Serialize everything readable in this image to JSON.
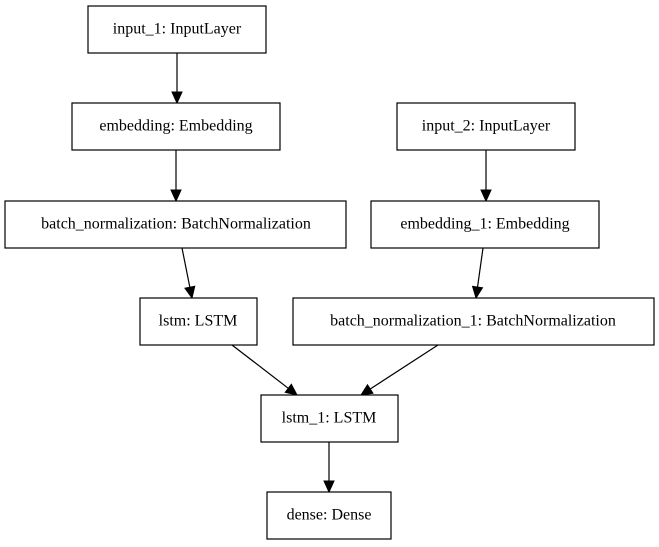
{
  "nodes": [
    {
      "id": "input_1",
      "label": "input_1: InputLayer"
    },
    {
      "id": "embedding",
      "label": "embedding: Embedding"
    },
    {
      "id": "batch_normalization",
      "label": "batch_normalization: BatchNormalization"
    },
    {
      "id": "lstm",
      "label": "lstm: LSTM"
    },
    {
      "id": "input_2",
      "label": "input_2: InputLayer"
    },
    {
      "id": "embedding_1",
      "label": "embedding_1: Embedding"
    },
    {
      "id": "batch_normalization_1",
      "label": "batch_normalization_1: BatchNormalization"
    },
    {
      "id": "lstm_1",
      "label": "lstm_1: LSTM"
    },
    {
      "id": "dense",
      "label": "dense: Dense"
    }
  ],
  "edges": [
    {
      "from": "input_1",
      "to": "embedding"
    },
    {
      "from": "embedding",
      "to": "batch_normalization"
    },
    {
      "from": "batch_normalization",
      "to": "lstm"
    },
    {
      "from": "input_2",
      "to": "embedding_1"
    },
    {
      "from": "embedding_1",
      "to": "batch_normalization_1"
    },
    {
      "from": "lstm",
      "to": "lstm_1"
    },
    {
      "from": "batch_normalization_1",
      "to": "lstm_1"
    },
    {
      "from": "lstm_1",
      "to": "dense"
    }
  ]
}
